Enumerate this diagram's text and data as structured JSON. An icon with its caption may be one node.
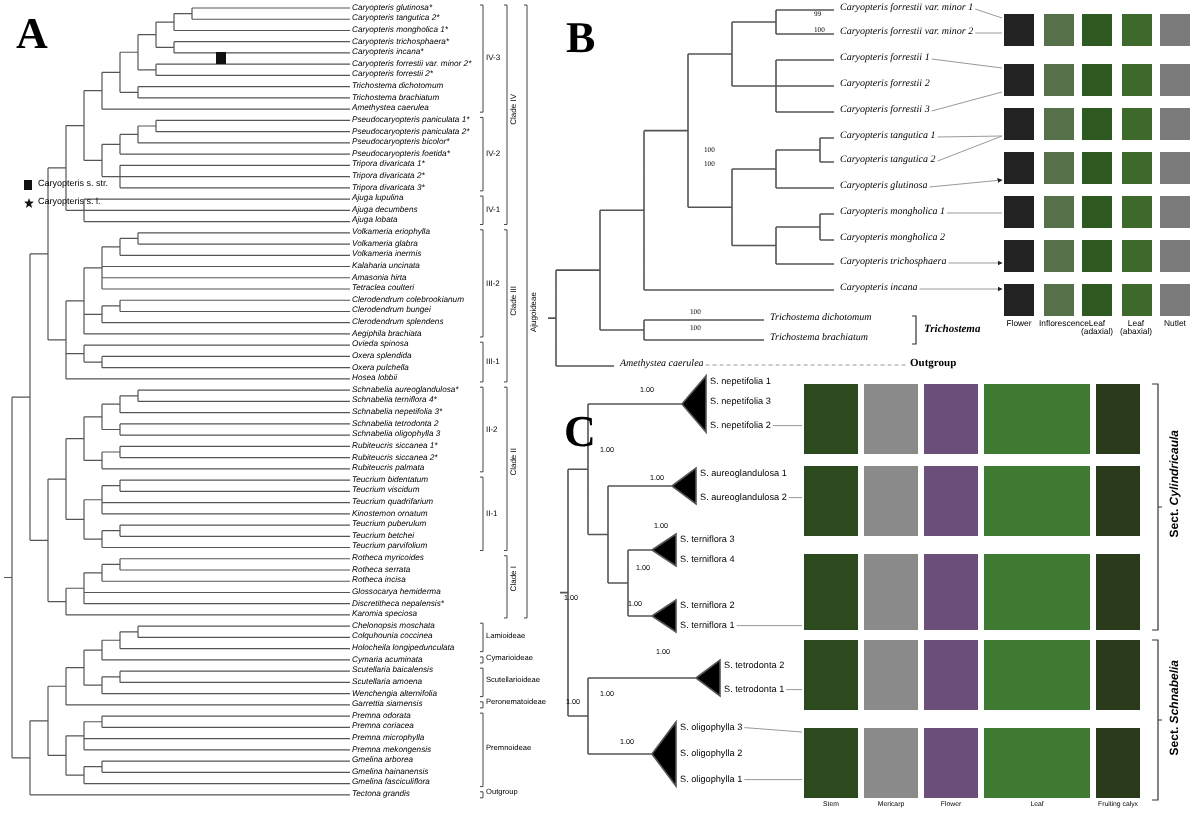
{
  "diagram": {
    "nodes": [
      {
        "text": [
          "Caryopteris forrestii var. minor 1"
        ]
      },
      {
        "text": [
          "Caryopteris forrestii var. minor 2"
        ]
      },
      {
        "text": [
          "Caryopteris forrestii 1"
        ]
      },
      {
        "text": [
          "Caryopteris forrestii 2"
        ]
      },
      {
        "text": [
          "Caryopteris forrestii 3"
        ]
      },
      {
        "text": [
          "Caryopteris tangutica 1"
        ]
      },
      {
        "text": [
          "Caryopteris tangutica 2"
        ]
      },
      {
        "text": [
          "Caryopteris glutinosa"
        ]
      },
      {
        "text": [
          "Caryopteris mongholica 1"
        ]
      },
      {
        "text": [
          "Caryopteris mongholica 2"
        ]
      },
      {
        "text": [
          "Caryopteris trichosphaera"
        ]
      },
      {
        "text": [
          "Caryopteris incana"
        ]
      },
      {
        "text": [
          "Trichostema dichotomum"
        ]
      },
      {
        "text": [
          "Trichostema brachiatum"
        ]
      },
      {
        "text": [
          "Amethystea caerulea"
        ]
      },
      {
        "text": [],
        "shape": "picture"
      },
      {
        "text": [],
        "shape": "picture"
      },
      {
        "text": [],
        "shape": "picture"
      },
      {
        "text": [],
        "shape": "picture"
      },
      {
        "text": [],
        "shape": "picture"
      },
      {
        "text": [],
        "shape": "picture"
      },
      {
        "text": [],
        "shape": "picture"
      },
      {
        "text": [
          "Outgroup"
        ]
      },
      {
        "text": [
          "S. nepetifolia 1"
        ]
      },
      {
        "text": [
          "S. nepetifolia 3"
        ]
      },
      {
        "text": [
          "S. nepetifolia 2"
        ]
      },
      {
        "text": [
          "S. aureoglandulosa 1"
        ]
      },
      {
        "text": [
          "S. aureoglandulosa 2"
        ]
      },
      {
        "text": [
          "S. terniflora 3"
        ]
      },
      {
        "text": [
          "S. terniflora 4"
        ]
      },
      {
        "text": [
          "S. terniflora 2"
        ]
      },
      {
        "text": [
          "S. terniflora 1"
        ]
      },
      {
        "text": [
          "S. tetrodonta 2"
        ]
      },
      {
        "text": [
          "S. tetrodonta 1"
        ]
      },
      {
        "text": [
          "S. oligophylla 3"
        ]
      },
      {
        "text": [
          "S. oligophylla 2"
        ]
      },
      {
        "text": [
          "S. oligophylla 1"
        ]
      },
      {
        "text": [],
        "shape": "picture"
      },
      {
        "text": [],
        "shape": "picture"
      },
      {
        "text": [],
        "shape": "picture"
      },
      {
        "text": [],
        "shape": "picture"
      },
      {
        "text": [],
        "shape": "picture"
      }
    ],
    "edges": [
      {
        "from": 0,
        "to": 15,
        "arrow": "none"
      },
      {
        "from": 1,
        "to": 15,
        "arrow": "none"
      },
      {
        "from": 2,
        "to": 16,
        "arrow": "none"
      },
      {
        "from": 4,
        "to": 16,
        "arrow": "none"
      },
      {
        "from": 5,
        "to": 17,
        "arrow": "none"
      },
      {
        "from": 6,
        "to": 17,
        "arrow": "none"
      },
      {
        "from": 7,
        "to": 18,
        "arrow": "to"
      },
      {
        "from": 8,
        "to": 19,
        "arrow": "none"
      },
      {
        "from": 10,
        "to": 20,
        "arrow": "to"
      },
      {
        "from": 11,
        "to": 21,
        "arrow": "to"
      },
      {
        "from": 14,
        "to": 22,
        "arrow": "none",
        "style": "dashed"
      },
      {
        "from": 25,
        "to": 37,
        "arrow": "none"
      },
      {
        "from": 27,
        "to": 38,
        "arrow": "none"
      },
      {
        "from": 31,
        "to": 39,
        "arrow": "none"
      },
      {
        "from": 33,
        "to": 40,
        "arrow": "none"
      },
      {
        "from": 34,
        "to": 41,
        "arrow": "none"
      },
      {
        "from": 36,
        "to": 41,
        "arrow": "none"
      }
    ],
    "labels": [
      "A",
      "Caryopteris glutinosa*",
      "Caryopteris tangutica 2*",
      "Caryopteris mongholica 1*",
      "Caryopteris trichosphaera*",
      "Caryopteris incana*",
      "Caryopteris forrestii var. minor 2*",
      "Caryopteris forrestii 2*",
      "Trichostema dichotomum",
      "Trichostema brachiatum",
      "Amethystea caerulea",
      "Pseudocaryopteris paniculata 1*",
      "Pseudocaryopteris paniculata 2*",
      "Pseudocaryopteris bicolor*",
      "Pseudocaryopteris foetida*",
      "Tripora divaricata 1*",
      "Tripora divaricata 2*",
      "Tripora divaricata 3*",
      "Ajuga lupulina",
      "Ajuga decumbens",
      "Ajuga lobata",
      "Volkameria eriophylla",
      "Volkameria glabra",
      "Volkameria inermis",
      "Kalaharia uncinata",
      "Amasonia hirta",
      "Tetraclea coulteri",
      "Clerodendrum colebrookianum",
      "Clerodendrum bungei",
      "Clerodendrum splendens",
      "Aegiphila brachiata",
      "Ovieda spinosa",
      "Oxera splendida",
      "Oxera pulchella",
      "Hosea lobbii",
      "Schnabelia aureoglandulosa*",
      "Schnabelia terniflora 4*",
      "Schnabelia nepetifolia 3*",
      "Schnabelia tetrodonta 2",
      "Schnabelia oligophylla 3",
      "Rubiteucris siccanea 1*",
      "Rubiteucris siccanea 2*",
      "Rubiteucris palmata",
      "Teucrium bidentatum",
      "Teucrium viscidum",
      "Teucrium quadrifarium",
      "Kinostemon ornatum",
      "Teucrium puberulum",
      "Teucrium betchei",
      "Teucrium parvifolium",
      "Rotheca myricoides",
      "Rotheca serrata",
      "Rotheca incisa",
      "Glossocarya hemiderma",
      "Discretitheca nepalensis*",
      "Karomia speciosa",
      "Chelonopsis moschata",
      "Colquhounia coccinea",
      "Holocheila longipedunculata",
      "Cymaria acuminata",
      "Scutellaria baicalensis",
      "Scutellaria amoena",
      "Wenchengia alternifolia",
      "Garrettia siamensis",
      "Premna odorata",
      "Premna coriacea",
      "Premna microphylla",
      "Premna mekongensis",
      "Gmelina arborea",
      "Gmelina hainanensis",
      "Gmelina fasciculiflora",
      "Tectona grandis",
      "IV-3",
      "IV-2",
      "IV-1",
      "Clade IV",
      "III-2",
      "III-1",
      "Clade III",
      "II-2",
      "II-1",
      "Clade II",
      "Clade I",
      "Ajugoideae",
      "Lamioideae",
      "Cymarioideae",
      "Scutellarioideae",
      "Peronematoideae",
      "Premnoideae",
      "Outgroup",
      "B",
      "99",
      "100",
      "100",
      "100",
      "100",
      "100",
      "Flower",
      "Inflorescence",
      "Leaf (adaxial)",
      "Leaf (abaxial)",
      "Nutlet",
      "Trichostema",
      "C",
      "1.00",
      "1.00",
      "1.00",
      "1.00",
      "1.00",
      "1.00",
      "1.00",
      "1.00",
      "1.00",
      "1.00",
      "1.00",
      "Stem",
      "Mericarp",
      "Flower",
      "Leaf",
      "Fruiting calyx",
      "Sect. *Cylindricaula*",
      "Sect. *Schnabelia*"
    ],
    "legend": [
      {
        "text": "Caryopteris s. str."
      },
      {
        "text": "Caryopteris s. l."
      }
    ]
  }
}
